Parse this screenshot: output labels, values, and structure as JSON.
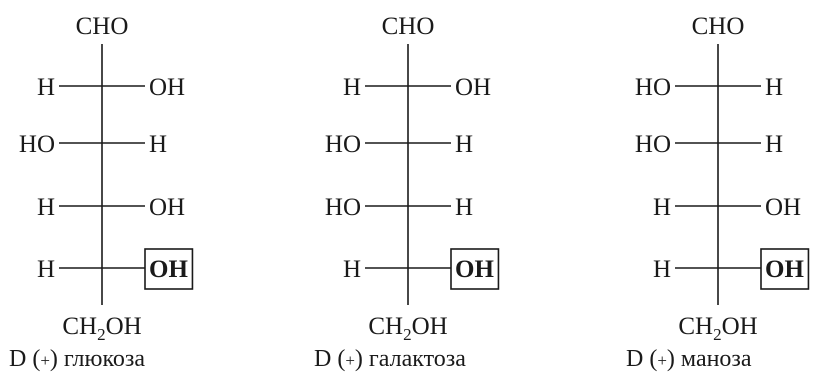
{
  "molecules": [
    {
      "top": "CHO",
      "rows": [
        {
          "left": "H",
          "right": "OH"
        },
        {
          "left": "HO",
          "right": "H"
        },
        {
          "left": "H",
          "right": "OH"
        },
        {
          "left": "H",
          "right": "OH",
          "boxed": true
        }
      ],
      "bottom": {
        "main": "CH",
        "sub": "2",
        "tail": "OH"
      },
      "caption": {
        "prefix": "D (",
        "sign": "+",
        "suffix": ") глюкоза"
      }
    },
    {
      "top": "CHO",
      "rows": [
        {
          "left": "H",
          "right": "OH"
        },
        {
          "left": "HO",
          "right": "H"
        },
        {
          "left": "HO",
          "right": "H"
        },
        {
          "left": "H",
          "right": "OH",
          "boxed": true
        }
      ],
      "bottom": {
        "main": "CH",
        "sub": "2",
        "tail": "OH"
      },
      "caption": {
        "prefix": "D (",
        "sign": "+",
        "suffix": ") галактоза"
      }
    },
    {
      "top": "CHO",
      "rows": [
        {
          "left": "HO",
          "right": "H"
        },
        {
          "left": "HO",
          "right": "H"
        },
        {
          "left": "H",
          "right": "OH"
        },
        {
          "left": "H",
          "right": "OH",
          "boxed": true
        }
      ],
      "bottom": {
        "main": "CH",
        "sub": "2",
        "tail": "OH"
      },
      "caption": {
        "prefix": "D (",
        "sign": "+",
        "suffix": ") маноза"
      }
    }
  ]
}
